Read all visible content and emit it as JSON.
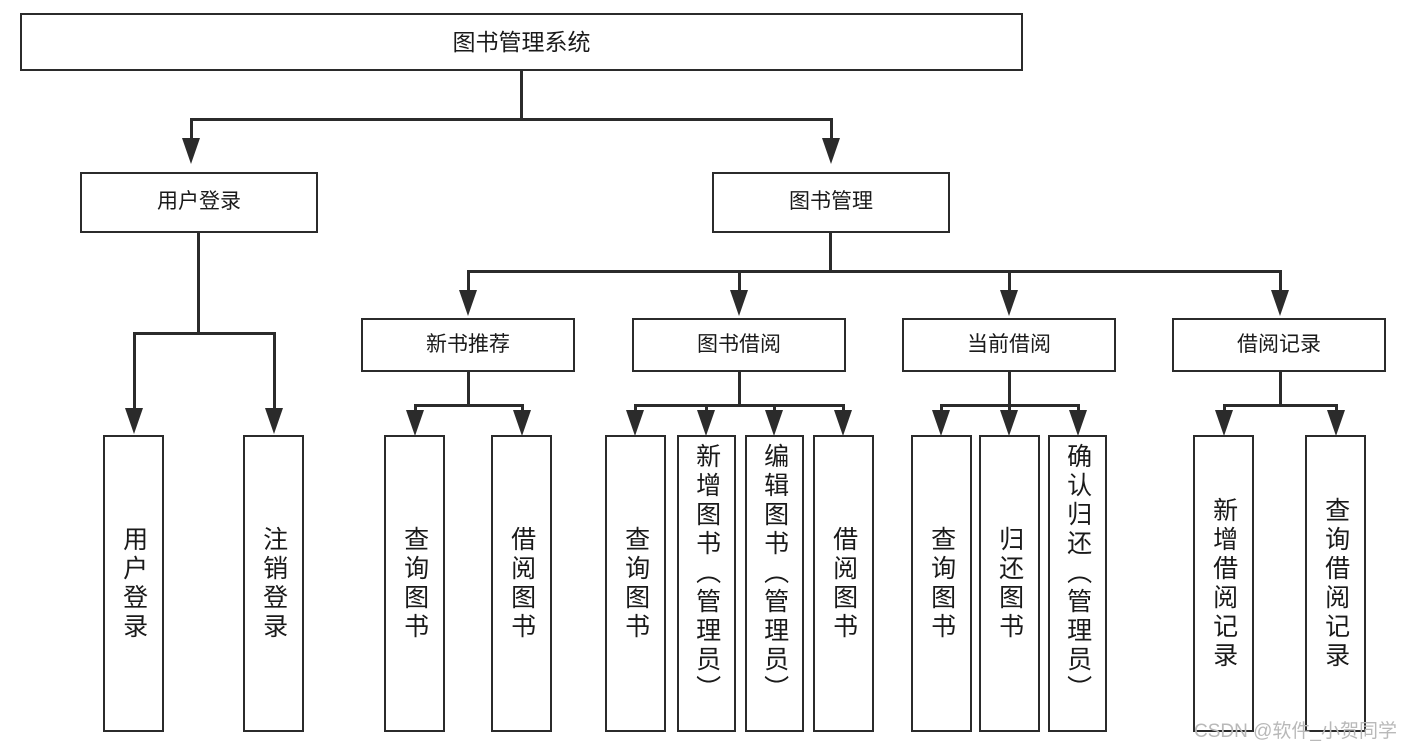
{
  "diagram": {
    "title_node": {
      "label": "图书管理系统"
    },
    "level2": [
      {
        "id": "user-login",
        "label": "用户登录"
      },
      {
        "id": "book-manage",
        "label": "图书管理"
      }
    ],
    "level3": [
      {
        "id": "new-book-recommend",
        "label": "新书推荐"
      },
      {
        "id": "book-borrow",
        "label": "图书借阅"
      },
      {
        "id": "current-borrow",
        "label": "当前借阅"
      },
      {
        "id": "borrow-record",
        "label": "借阅记录"
      }
    ],
    "leaves": [
      {
        "id": "leaf-user-login",
        "label": "用户登录",
        "group": "user-login"
      },
      {
        "id": "leaf-user-logout",
        "label": "注销登录",
        "group": "user-login"
      },
      {
        "id": "leaf-query-book-1",
        "label": "查询图书",
        "group": "new-book-recommend"
      },
      {
        "id": "leaf-borrow-book-1",
        "label": "借阅图书",
        "group": "new-book-recommend"
      },
      {
        "id": "leaf-query-book-2",
        "label": "查询图书",
        "group": "book-borrow"
      },
      {
        "id": "leaf-add-book",
        "label": "新增图书（管理员）",
        "group": "book-borrow"
      },
      {
        "id": "leaf-edit-book",
        "label": "编辑图书（管理员）",
        "group": "book-borrow"
      },
      {
        "id": "leaf-borrow-book-2",
        "label": "借阅图书",
        "group": "book-borrow"
      },
      {
        "id": "leaf-query-book-3",
        "label": "查询图书",
        "group": "current-borrow"
      },
      {
        "id": "leaf-return-book",
        "label": "归还图书",
        "group": "current-borrow"
      },
      {
        "id": "leaf-confirm-return",
        "label": "确认归还（管理员）",
        "group": "current-borrow"
      },
      {
        "id": "leaf-add-borrow-record",
        "label": "新增借阅记录",
        "group": "borrow-record"
      },
      {
        "id": "leaf-query-borrow-record",
        "label": "查询借阅记录",
        "group": "borrow-record"
      }
    ],
    "watermark": "CSDN @软件_小贺同学",
    "colors": {
      "stroke": "#2b2b2b",
      "fill": "#ffffff",
      "text": "#1a1a1a",
      "watermark": "#b9b9b9"
    }
  }
}
